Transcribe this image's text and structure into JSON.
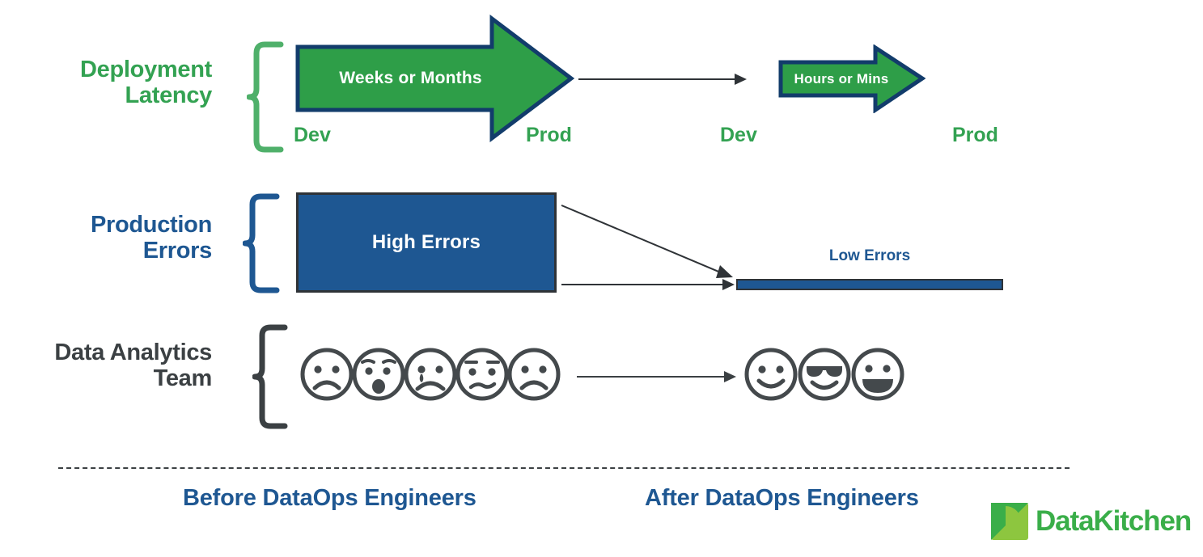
{
  "colors": {
    "green": "#33A252",
    "arrow_green": "#2E9E48",
    "arrow_outline": "#123C6B",
    "blue": "#1E5792",
    "dark": "#3B4043",
    "box_outline": "#2F3337",
    "logo_dark_green": "#3AAE49",
    "logo_light_green": "#8DC63F",
    "white": "#FFFFFF"
  },
  "rows": [
    {
      "id": "deployment-latency",
      "label": "Deployment\nLatency",
      "label_color": "#33A252",
      "before": {
        "arrow_label": "Weeks or Months",
        "start_caption": "Dev",
        "end_caption": "Prod"
      },
      "after": {
        "arrow_label": "Hours or Mins",
        "start_caption": "Dev",
        "end_caption": "Prod"
      }
    },
    {
      "id": "production-errors",
      "label": "Production\nErrors",
      "label_color": "#1E5792",
      "before": {
        "box_label": "High Errors"
      },
      "after": {
        "bar_label": "Low Errors"
      }
    },
    {
      "id": "data-analytics-team",
      "label": "Data Analytics\nTeam",
      "label_color": "#3B4043",
      "before": {
        "faces": [
          "sad-face",
          "surprised-face",
          "crying-face",
          "worried-face",
          "sad-face"
        ]
      },
      "after": {
        "faces": [
          "smiling-face",
          "sunglasses-face",
          "grinning-face"
        ]
      }
    }
  ],
  "footer": {
    "before_label": "Before DataOps Engineers",
    "after_label": "After DataOps Engineers"
  },
  "logo": {
    "wordmark": "DataKitchen",
    "mark_name": "datakitchen-logo-mark"
  }
}
